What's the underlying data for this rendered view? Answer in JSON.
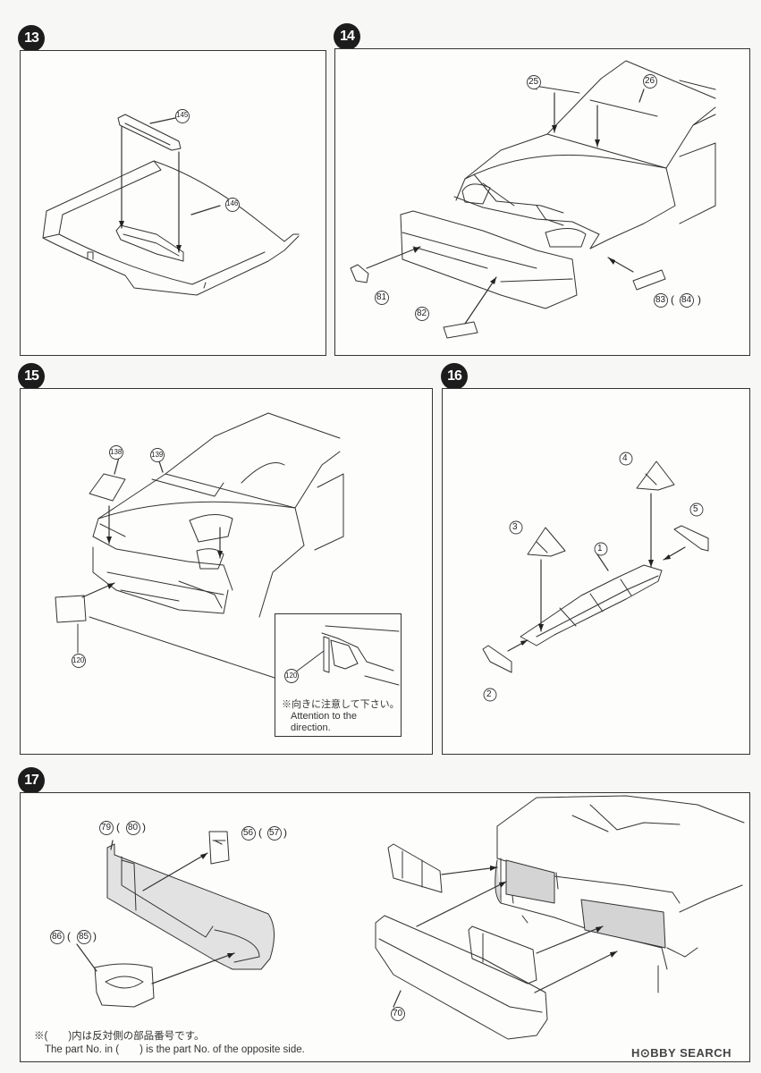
{
  "steps": [
    {
      "number": "13",
      "parts": [
        "145",
        "146"
      ]
    },
    {
      "number": "14",
      "parts": [
        "25",
        "26",
        "81",
        "82",
        "83",
        "84"
      ]
    },
    {
      "number": "15",
      "parts": [
        "138",
        "139",
        "120",
        "120"
      ]
    },
    {
      "number": "16",
      "parts": [
        "1",
        "2",
        "3",
        "4",
        "5"
      ]
    },
    {
      "number": "17",
      "parts": [
        "79",
        "80",
        "56",
        "57",
        "86",
        "85",
        "70"
      ]
    }
  ],
  "labels": {
    "p145": "145",
    "p146": "146",
    "p25": "25",
    "p26": "26",
    "p81": "81",
    "p82": "82",
    "p83": "83",
    "p84": "84",
    "p138": "138",
    "p139": "139",
    "p120a": "120",
    "p120b": "120",
    "p1": "1",
    "p2": "2",
    "p3": "3",
    "p4": "4",
    "p5": "5",
    "p79": "79",
    "p80": "80",
    "p56": "56",
    "p57": "57",
    "p86": "86",
    "p85": "85",
    "p70": "70"
  },
  "notes": {
    "direction_jp": "※向きに注意して下さい。",
    "direction_en_1": "Attention to the",
    "direction_en_2": "direction."
  },
  "footer": {
    "jp": "※(　　)内は反対側の部品番号です。",
    "en_1": "The part No. in (　　) is the part No. of the opposite side."
  },
  "watermark": "H⊙BBY SEARCH"
}
